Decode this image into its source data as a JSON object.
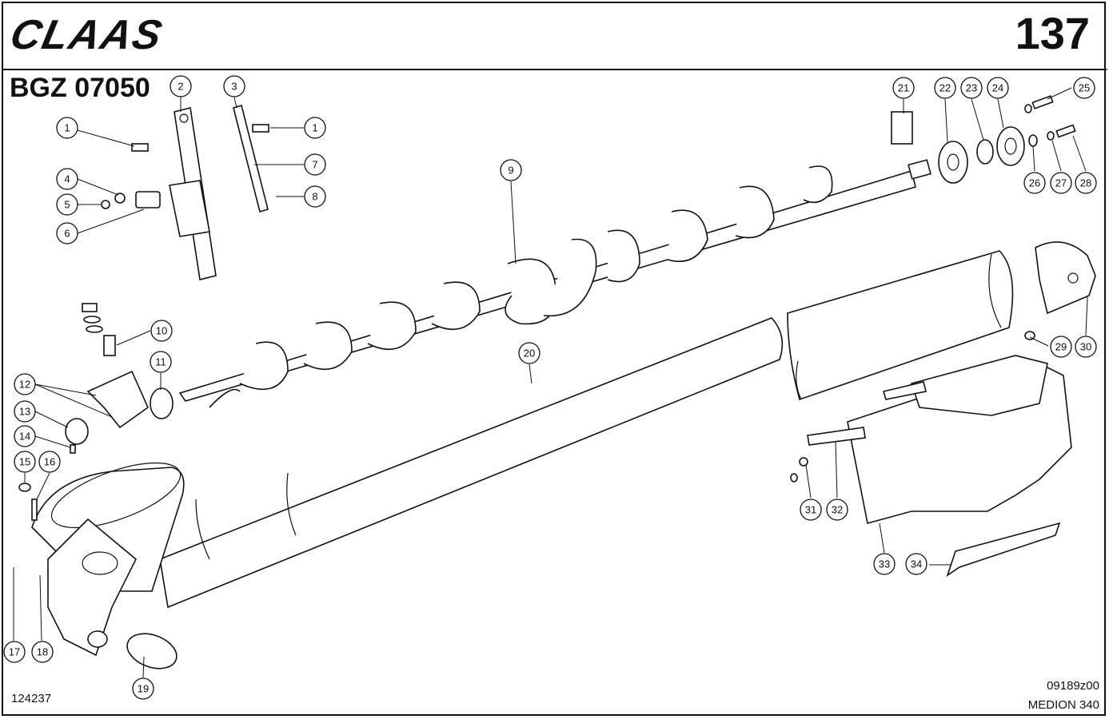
{
  "header": {
    "brand": "CLAAS",
    "page_number": "137",
    "group_code": "BGZ 07050"
  },
  "footer": {
    "drawing_id": "124237",
    "reference_code": "09189z00",
    "model": "MEDION 340"
  },
  "callouts": [
    "1",
    "2",
    "3",
    "1",
    "7",
    "8",
    "4",
    "5",
    "6",
    "9",
    "10",
    "11",
    "12",
    "13",
    "14",
    "15",
    "16",
    "17",
    "18",
    "19",
    "20",
    "21",
    "22",
    "23",
    "24",
    "25",
    "26",
    "27",
    "28",
    "29",
    "30",
    "31",
    "32",
    "33",
    "34"
  ]
}
